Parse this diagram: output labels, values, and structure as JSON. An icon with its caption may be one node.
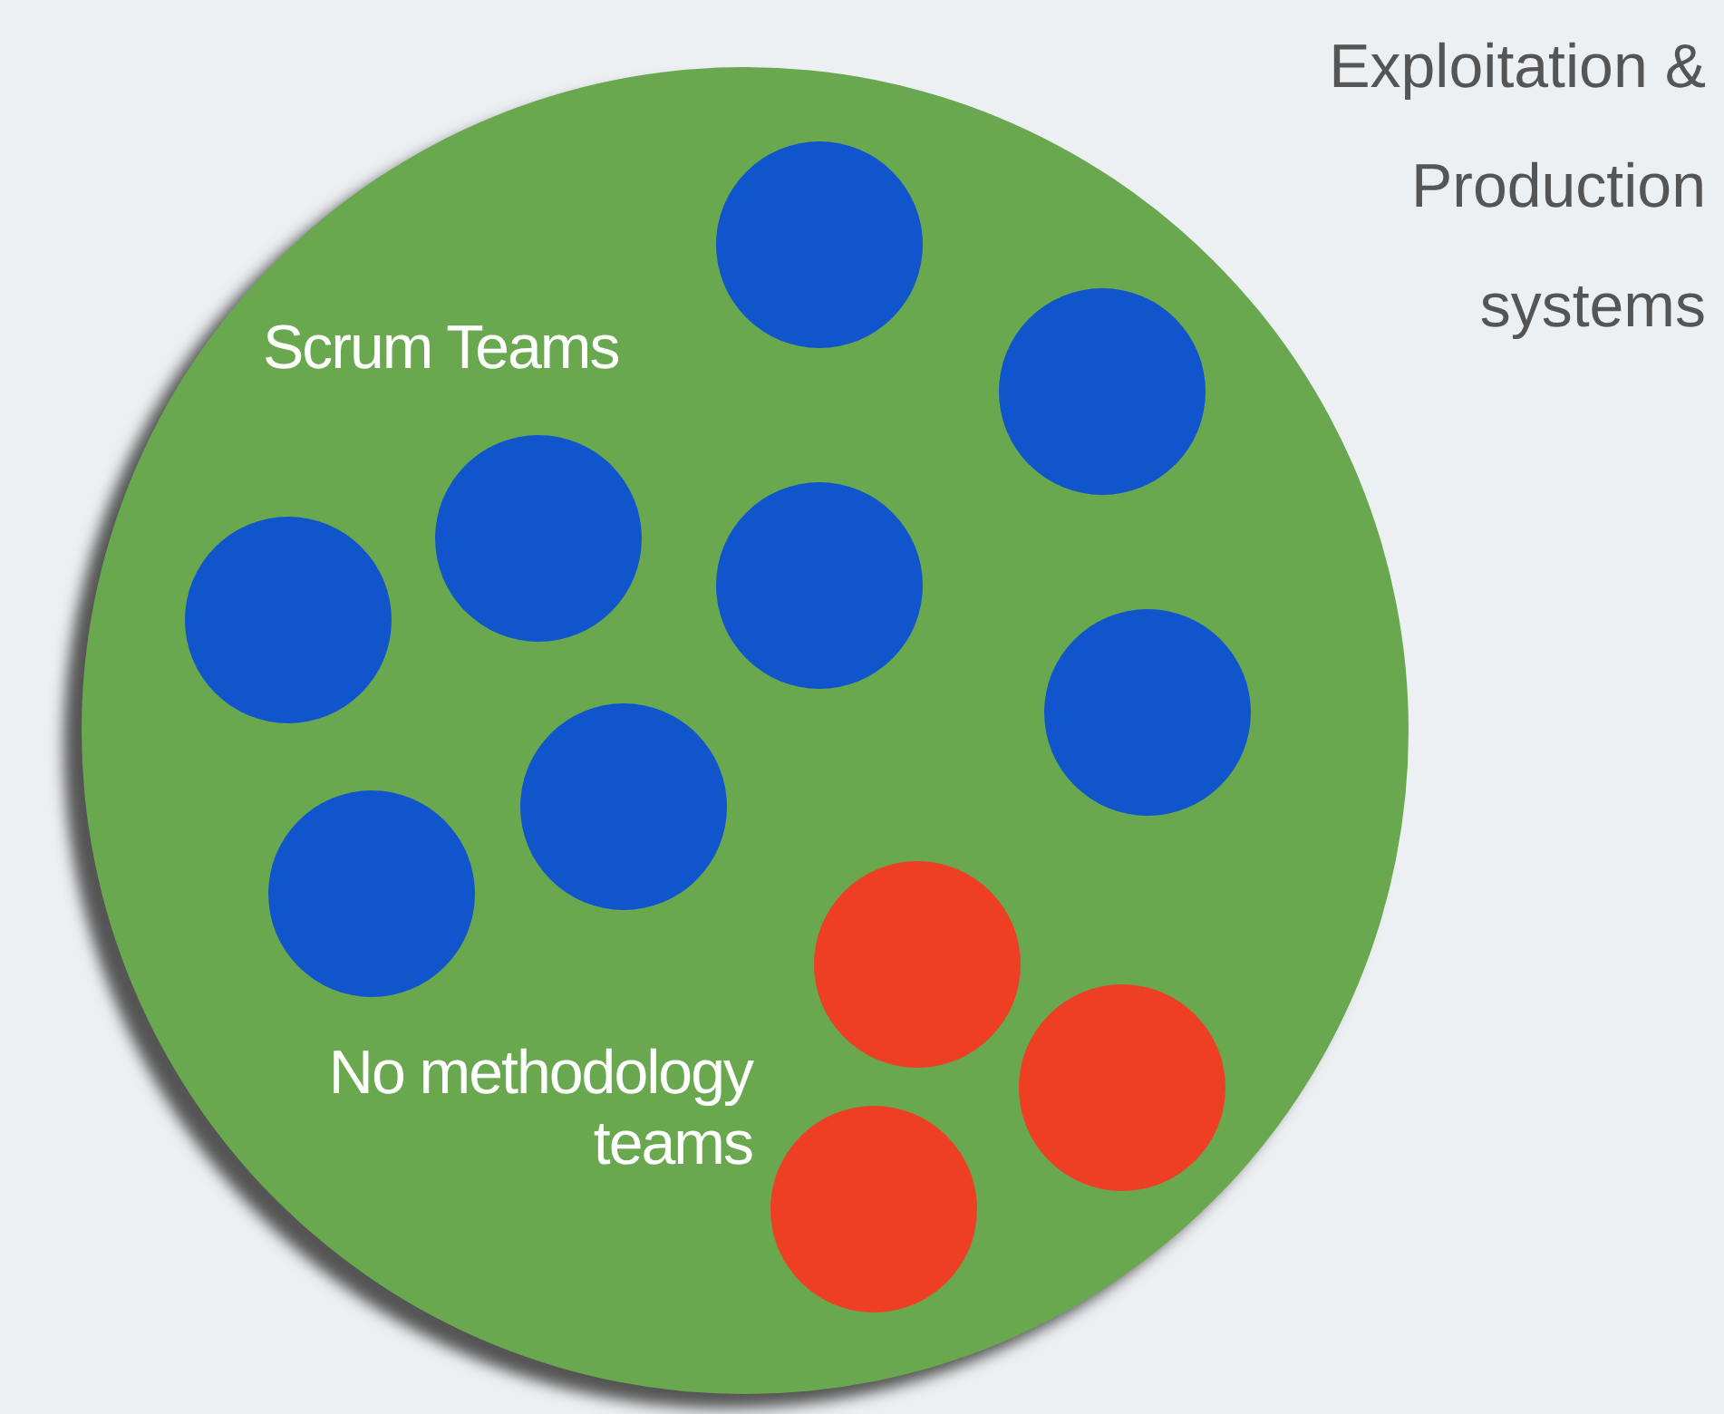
{
  "diagram": {
    "nodes": [
      {
        "text": [
          "Scrum Teams",
          "No methodology teams"
        ]
      },
      {
        "text": [],
        "shape": "circle",
        "in": 0
      },
      {
        "text": [],
        "shape": "circle",
        "in": 0
      },
      {
        "text": [],
        "shape": "circle",
        "in": 0
      },
      {
        "text": [],
        "shape": "circle",
        "in": 0
      },
      {
        "text": [],
        "shape": "circle",
        "in": 0
      },
      {
        "text": [],
        "shape": "circle",
        "in": 0
      },
      {
        "text": [],
        "shape": "circle",
        "in": 0
      },
      {
        "text": [],
        "shape": "circle",
        "in": 0
      },
      {
        "text": [],
        "shape": "circle",
        "in": 0
      },
      {
        "text": [],
        "shape": "circle",
        "in": 0
      },
      {
        "text": [],
        "shape": "circle",
        "in": 0
      }
    ],
    "edges": [],
    "labels": [
      "Exploitation & Production systems"
    ]
  }
}
